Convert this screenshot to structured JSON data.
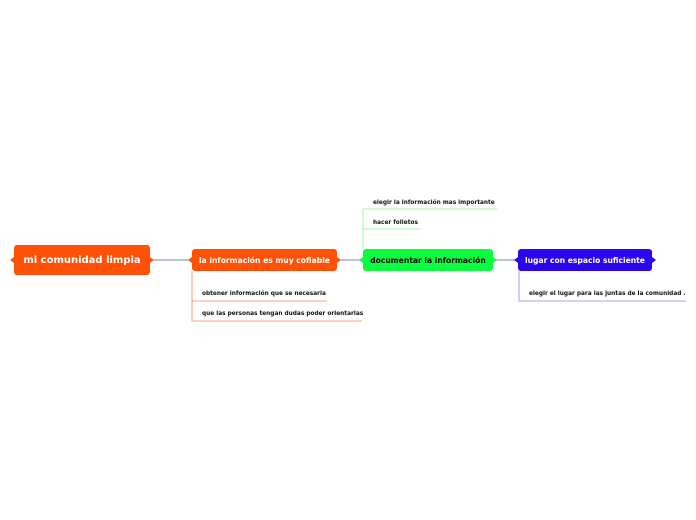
{
  "colors": {
    "orange": "#ff5208",
    "green": "#0dfc3f",
    "blue": "#2b05ee",
    "link": "#7d8aa8",
    "leaf_line_orange": "#f6885a",
    "leaf_line_green": "#8ef3a0",
    "leaf_line_blue": "#8f85f2"
  },
  "root": {
    "label": "mi comunidad limpia"
  },
  "nodes": [
    {
      "label": "la información es muy cofiable"
    },
    {
      "label": "documentar la información"
    },
    {
      "label": "lugar con espacio suficiente"
    }
  ],
  "leaves": [
    {
      "label": "elegir la información mas importante"
    },
    {
      "label": "hacer folletos"
    },
    {
      "label": "obtener información que se necesaria"
    },
    {
      "label": "que las personas tengan dudas poder orientarlas"
    },
    {
      "label": "elegir el lugar para las juntas de la comunidad ."
    }
  ]
}
